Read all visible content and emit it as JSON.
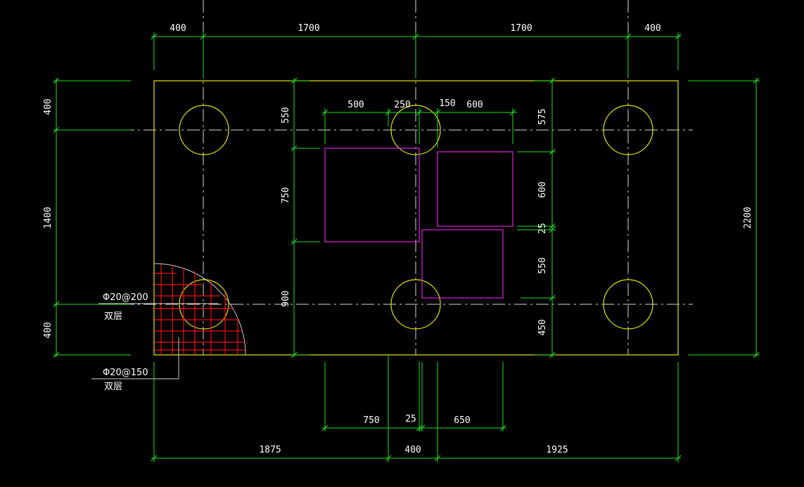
{
  "colors": {
    "background": "#000000",
    "dimension_lines": "#22dd22",
    "outline": "#e6e600",
    "column_boxes": "#e020e0",
    "rebar": "#ee1111",
    "axes": "#d8d8d8"
  },
  "dims": {
    "top": [
      "400",
      "1700",
      "1700",
      "400"
    ],
    "inner_top_left": [
      "500",
      "250"
    ],
    "inner_top_right": [
      "150",
      "600"
    ],
    "left": [
      "400",
      "1400",
      "400"
    ],
    "mid_left": [
      "550",
      "750",
      "900"
    ],
    "mid_right": [
      "575",
      "600",
      "25",
      "550",
      "450"
    ],
    "right": "2200",
    "bottom_inner": [
      "750",
      "25",
      "650"
    ],
    "bottom": [
      "1875",
      "400",
      "1925"
    ]
  },
  "rebar": {
    "top_label": "Φ20@200",
    "top_sub": "双层",
    "bottom_label": "Φ20@150",
    "bottom_sub": "双层"
  }
}
